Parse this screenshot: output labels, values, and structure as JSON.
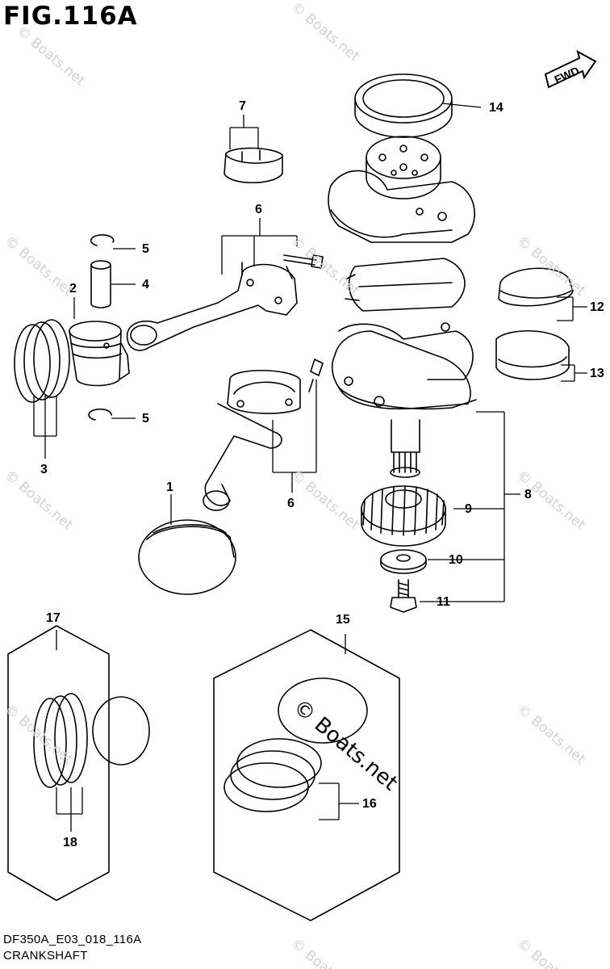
{
  "figure": {
    "title": "FIG.116A",
    "fwd_label": "FWD",
    "model_code": "DF350A_E03_018_116A",
    "section_name": "CRANKSHAFT"
  },
  "watermark": {
    "text": "© Boats.net"
  },
  "callouts": {
    "c1": "1",
    "c2": "2",
    "c3": "3",
    "c4": "4",
    "c5a": "5",
    "c5b": "5",
    "c6a": "6",
    "c6b": "6",
    "c7": "7",
    "c8": "8",
    "c9": "9",
    "c10": "10",
    "c11": "11",
    "c12": "12",
    "c13": "13",
    "c14": "14",
    "c15": "15",
    "c16": "16",
    "c17": "17",
    "c18": "18"
  },
  "colors": {
    "line": "#000000",
    "watermark": "#d2d2d2",
    "background": "#ffffff"
  }
}
